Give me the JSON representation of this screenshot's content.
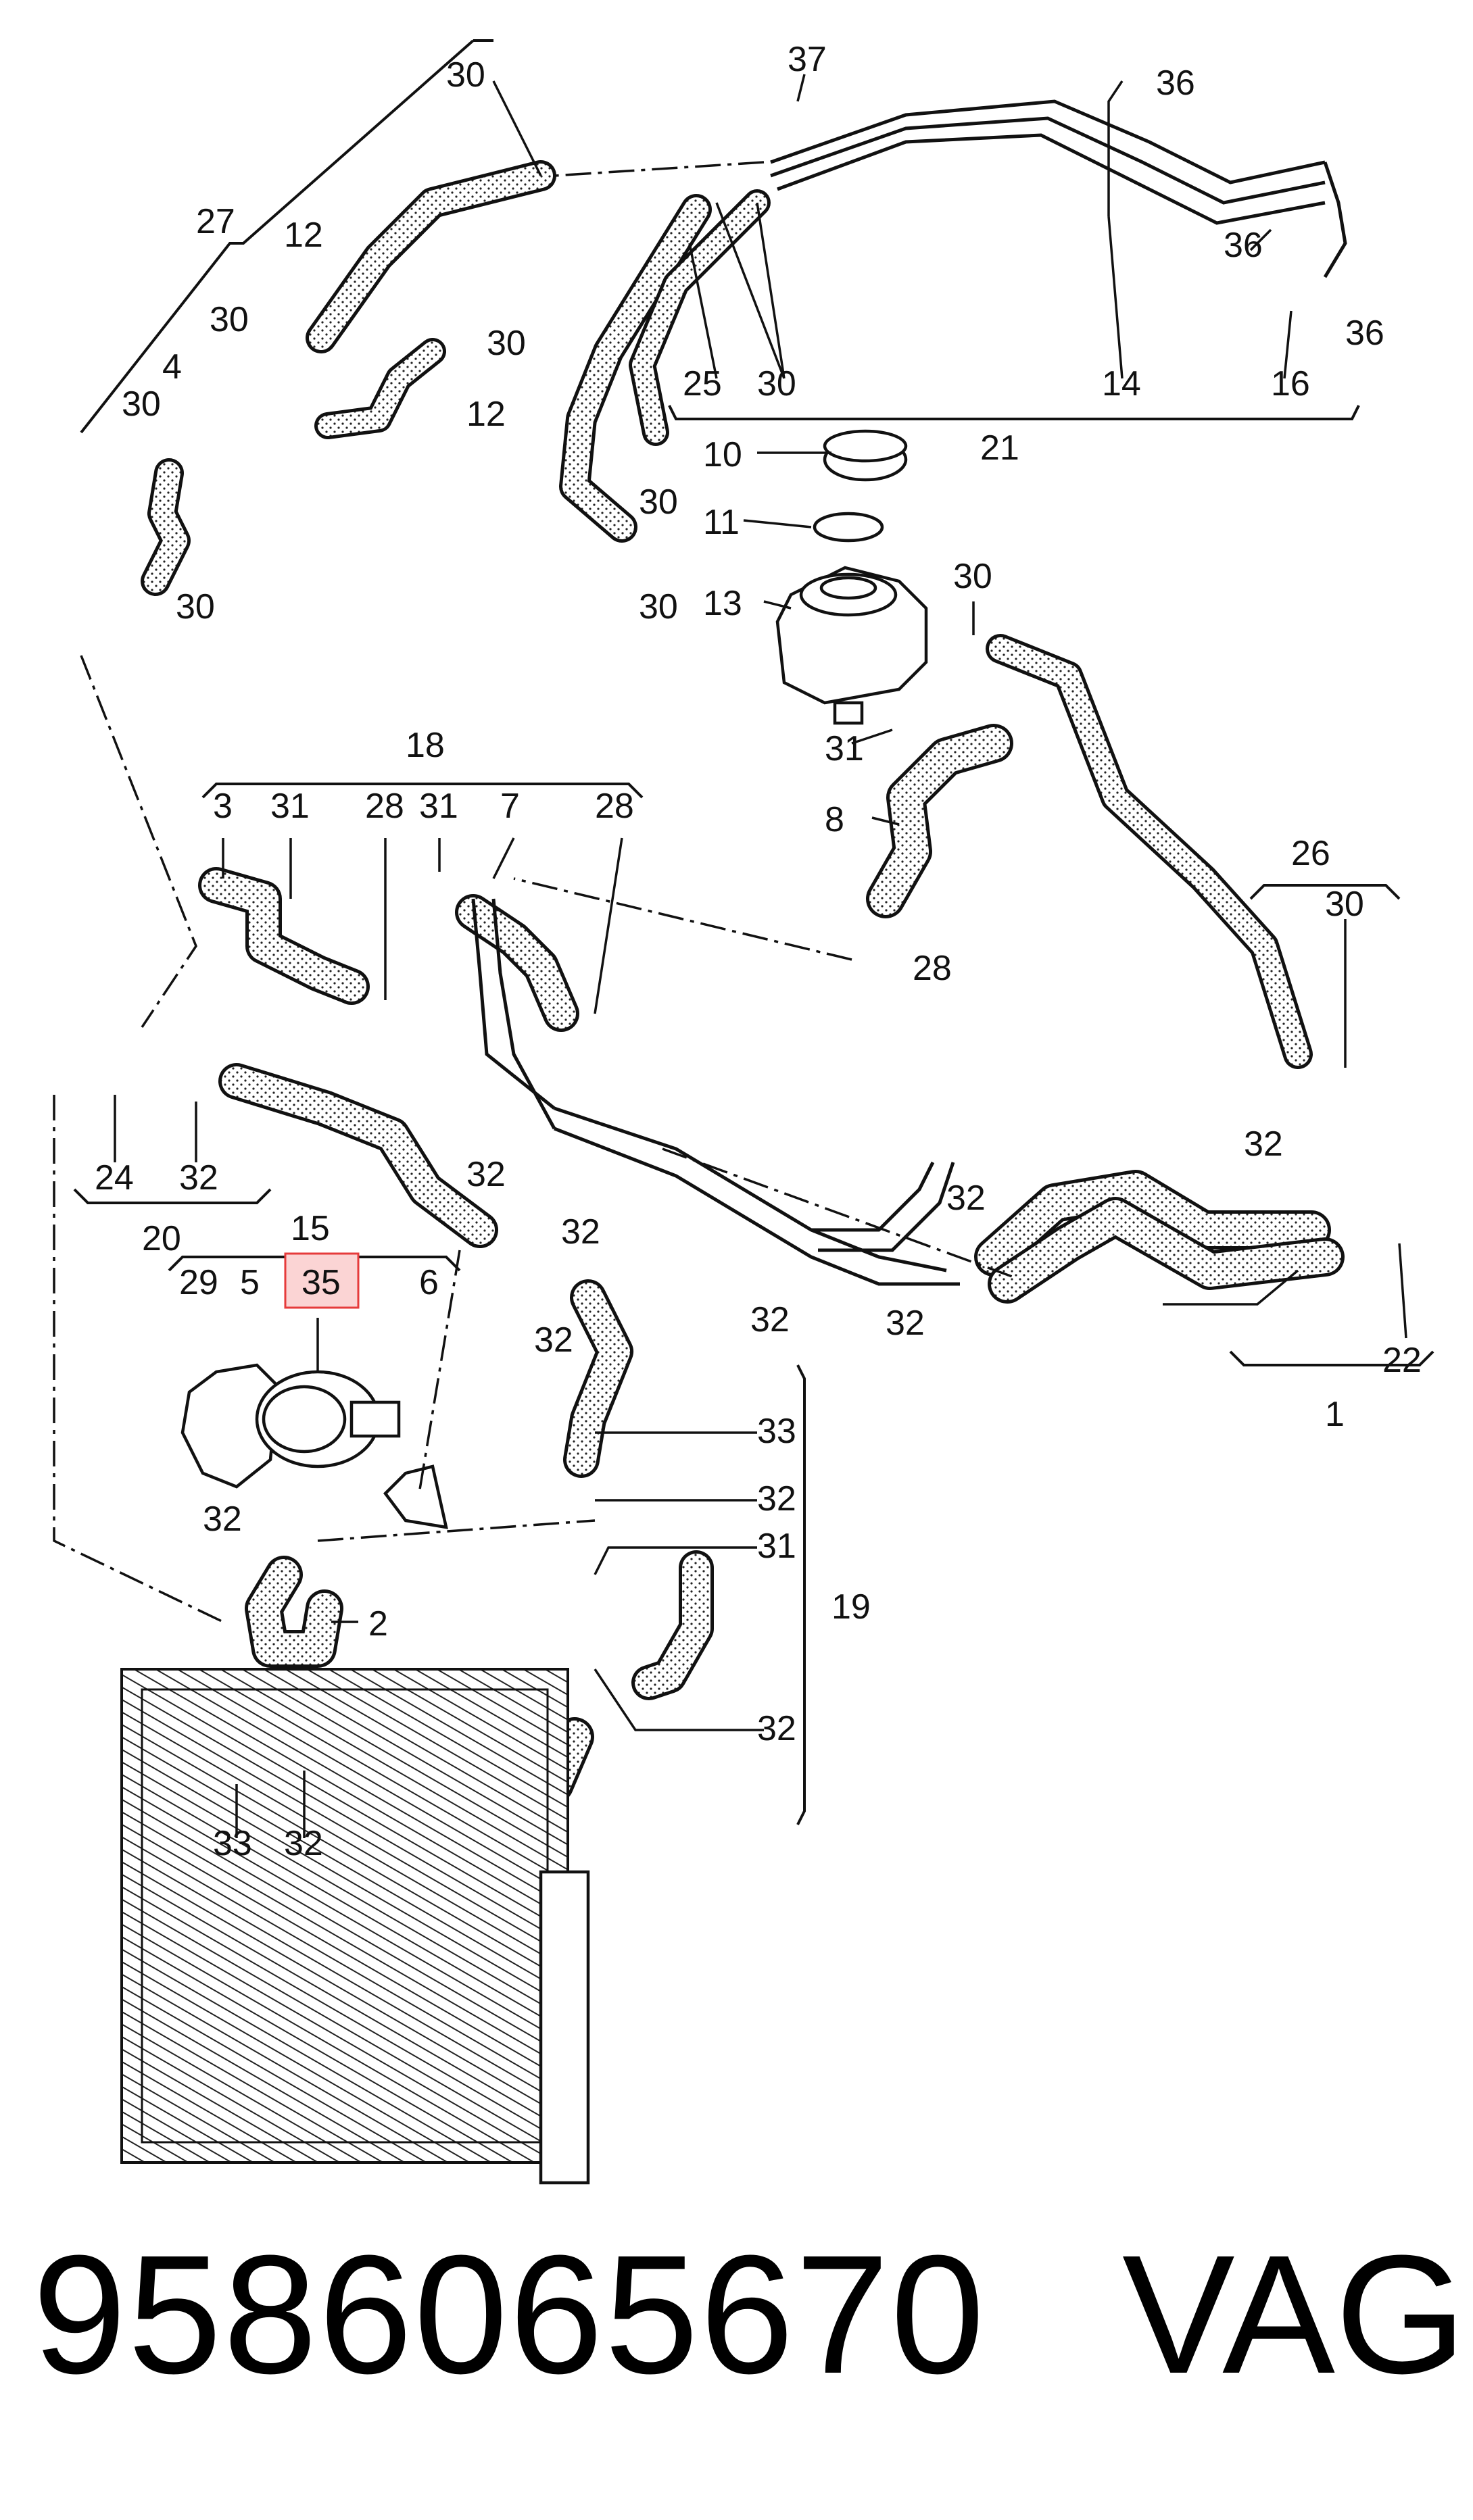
{
  "diagram": {
    "part_number": "9586065670",
    "brand": "VAG",
    "highlighted_callout": "35",
    "highlight_color": "#e63b3b",
    "callouts": {
      "c30a": "30",
      "c27": "27",
      "c12a": "12",
      "c30b": "30",
      "c4": "4",
      "c30c": "30",
      "c12b": "12",
      "c30d": "30",
      "c30e": "30",
      "c37": "37",
      "c36a": "36",
      "c36b": "36",
      "c36c": "36",
      "c25": "25",
      "c30f": "30",
      "c14": "14",
      "c16": "16",
      "c21": "21",
      "c10": "10",
      "c30g": "30",
      "c11": "11",
      "c30h": "30",
      "c13": "13",
      "c30i": "30",
      "c31a": "31",
      "c8": "8",
      "c28a": "28",
      "c18": "18",
      "c3": "3",
      "c31b": "31",
      "c28b": "28",
      "c31c": "31",
      "c7": "7",
      "c28c": "28",
      "c26": "26",
      "c30j": "30",
      "c24": "24",
      "c32a": "32",
      "c20": "20",
      "c32b": "32",
      "c32c": "32",
      "c32d": "32",
      "c32e": "32",
      "c32f": "32",
      "c32g": "32",
      "c22": "22",
      "c1": "1",
      "c15": "15",
      "c35": "35",
      "c29": "29",
      "c5": "5",
      "c6": "6",
      "c32h": "32",
      "c33a": "33",
      "c32i": "32",
      "c31d": "31",
      "c19": "19",
      "c32j": "32",
      "c2": "2",
      "c32k": "32",
      "c33b": "33",
      "c32l": "32"
    }
  }
}
